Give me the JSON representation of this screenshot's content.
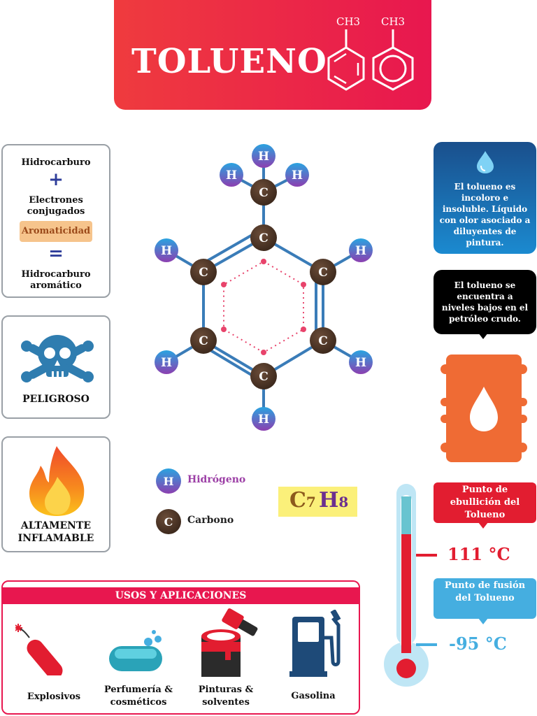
{
  "title": {
    "text": "TOLUENO",
    "methyl_label_1": "CH3",
    "methyl_label_2": "CH3"
  },
  "aromaticity_card": {
    "line1": "Hidrocarburo",
    "plus": "+",
    "line2a": "Electrones",
    "line2b": "conjugados",
    "pill": "Aromaticidad",
    "equals": "=",
    "line3a": "Hidrocarburo",
    "line3b": "aromático"
  },
  "danger_card": {
    "label": "PELIGROSO",
    "icon": "skull-crossbones-icon"
  },
  "flammable_card": {
    "label_line1": "ALTAMENTE",
    "label_line2": "INFLAMABLE",
    "icon": "flame-icon"
  },
  "molecule": {
    "carbon_symbol": "C",
    "hydrogen_symbol": "H"
  },
  "legend": {
    "hydrogen_symbol": "H",
    "hydrogen_label": "Hidrógeno",
    "carbon_symbol": "C",
    "carbon_label": "Carbono"
  },
  "formula": {
    "c": "C",
    "c_sub": "7",
    "h": "H",
    "h_sub": "8"
  },
  "info": {
    "blue_text": "El tolueno es incoloro e insoluble. Líquido con olor asociado a diluyentes de pintura.",
    "black_text": "El tolueno se encuentra a niveles bajos en el petróleo crudo."
  },
  "temperatures": {
    "boiling_label": "Punto de ebullición del Tolueno",
    "boiling_value": "111 °C",
    "melting_label": "Punto de fusión del Tolueno",
    "melting_value": "-95 °C"
  },
  "uses": {
    "title": "USOS Y APLICACIONES",
    "items": [
      {
        "label_line1": "Explosivos",
        "label_line2": ""
      },
      {
        "label_line1": "Perfumería &",
        "label_line2": "cosméticos"
      },
      {
        "label_line1": "Pinturas &",
        "label_line2": "solventes"
      },
      {
        "label_line1": "Gasolina",
        "label_line2": ""
      }
    ]
  },
  "colors": {
    "title_red": "#e8174f",
    "carbon": "#4a3426",
    "hydrogen_top": "#2aa3e0",
    "hydrogen_bottom": "#8c3fb0",
    "bond": "#3a7cb8",
    "ring_dots": "#e8436b",
    "barrel": "#ef6b34",
    "formula_bg": "#fbf07a",
    "formula_c": "#8c5a1c",
    "formula_h": "#6b2f8f"
  }
}
